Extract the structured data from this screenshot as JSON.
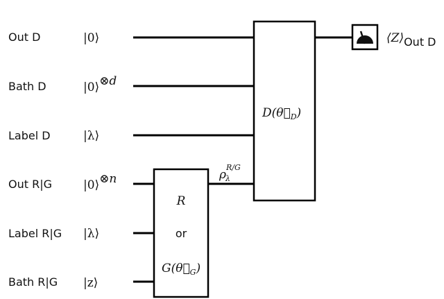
{
  "rows": [
    {
      "label": "Out D",
      "state": "|0⟩",
      "sup": ""
    },
    {
      "label": "Bath D",
      "state": "|0⟩",
      "sup": "⊗d"
    },
    {
      "label": "Label D",
      "state": "|λ⟩",
      "sup": ""
    },
    {
      "label": "Out R|G",
      "state": "|0⟩",
      "sup": "⊗n"
    },
    {
      "label": "Label R|G",
      "state": "|λ⟩",
      "sup": ""
    },
    {
      "label": "Bath R|G",
      "state": "|z⟩",
      "sup": ""
    }
  ],
  "gates": {
    "discriminator": "D(θ⃗",
    "discriminator_sub": "D",
    "discriminator_close": ")",
    "real": "R",
    "or": "or",
    "generator": "G(θ⃗",
    "generator_sub": "G",
    "generator_close": ")"
  },
  "intermediate_state": {
    "base": "ρ",
    "sub": "λ",
    "sup": "R/G"
  },
  "measurement": {
    "label": "⟨Z⟩",
    "sub": "Out D"
  }
}
